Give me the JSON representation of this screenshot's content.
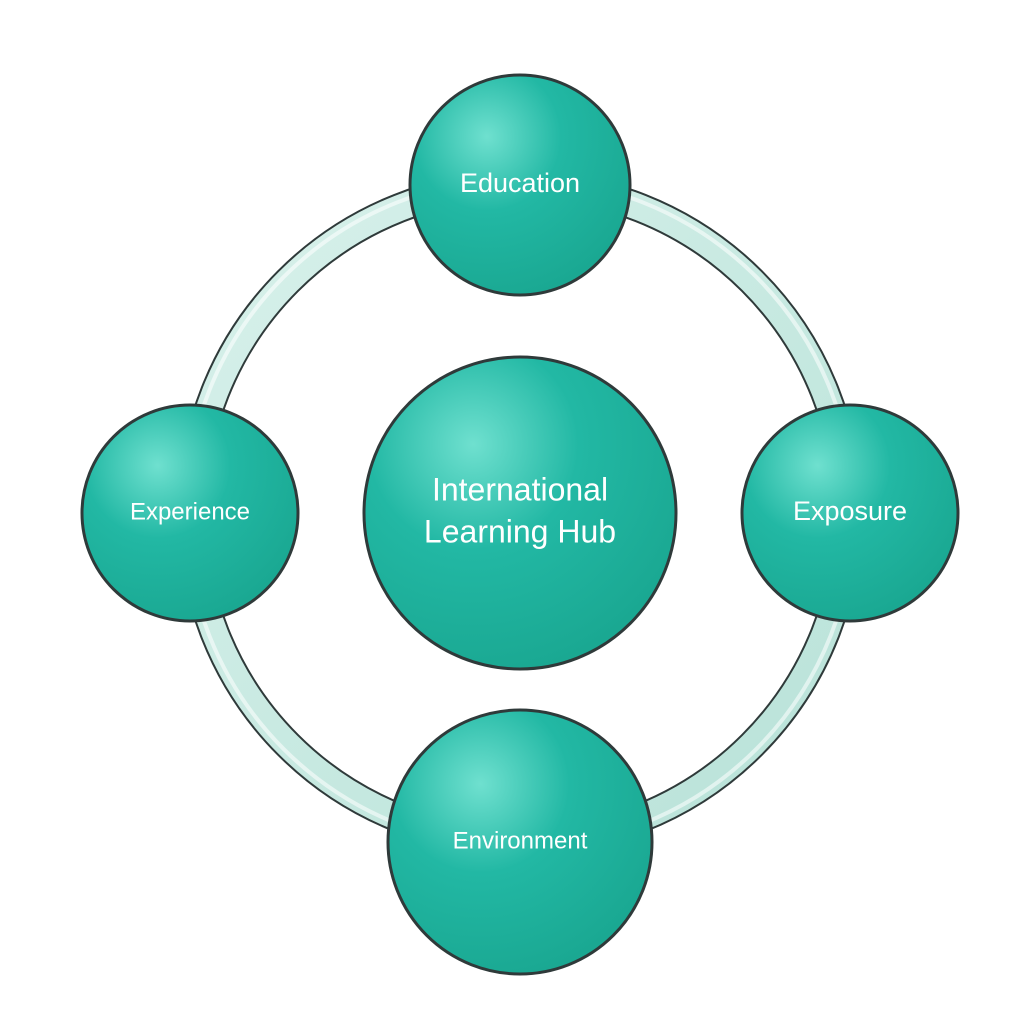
{
  "diagram": {
    "center": {
      "line1": "International",
      "line2": "Learning Hub"
    },
    "nodes": {
      "top": "Education",
      "right": "Exposure",
      "bottom": "Environment",
      "left": "Experience"
    }
  },
  "colors": {
    "node_fill": "#22b8a4",
    "node_highlight": "#5fd9c6",
    "node_border": "#2f3a3a",
    "ring_fill": "#c9ebe3",
    "ring_border": "#2f3a3a",
    "text": "#ffffff"
  }
}
